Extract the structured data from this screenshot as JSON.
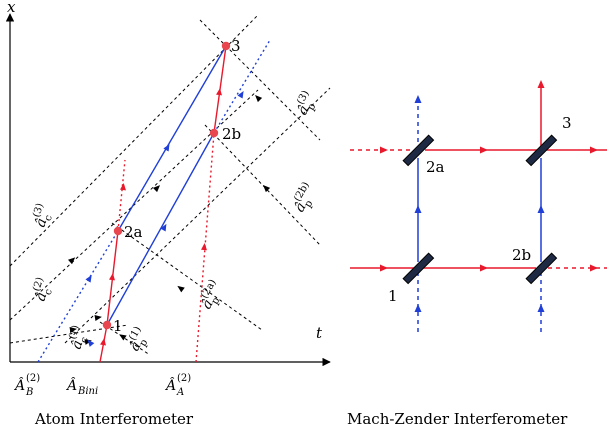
{
  "colors": {
    "red": "#e8192c",
    "blue": "#1f3fd6",
    "black": "#000000",
    "mirror_fill": "#1e2a44"
  },
  "atom": {
    "caption": "Atom Interferometer",
    "axis_x": "x",
    "axis_t": "t",
    "points": {
      "p1": "1",
      "p2a": "2a",
      "p2b": "2b",
      "p3": "3"
    },
    "bottom": {
      "B_sym": "Â",
      "B_sub": "B",
      "B_sup": "(2)",
      "Bini_sym": "Â",
      "Bini_sub": "Bini",
      "A_sym": "Â",
      "A_sub": "A",
      "A_sup": "(2)"
    },
    "ops": {
      "c1": {
        "sym": "â",
        "sub": "c",
        "sup": "(1)"
      },
      "c2": {
        "sym": "â",
        "sub": "c",
        "sup": "(2)"
      },
      "c3": {
        "sym": "â",
        "sub": "c",
        "sup": "(3)"
      },
      "p1": {
        "sym": "â",
        "sub": "p",
        "sup": "(1)"
      },
      "p2a": {
        "sym": "â",
        "sub": "p",
        "sup": "(2a)"
      },
      "p2b": {
        "sym": "â",
        "sub": "p",
        "sup": "(2b)"
      },
      "p3": {
        "sym": "â",
        "sub": "p",
        "sup": "(3)"
      }
    }
  },
  "mz": {
    "caption": "Mach-Zender Interferometer",
    "labels": {
      "m1": "1",
      "m2a": "2a",
      "m2b": "2b",
      "m3": "3"
    }
  }
}
